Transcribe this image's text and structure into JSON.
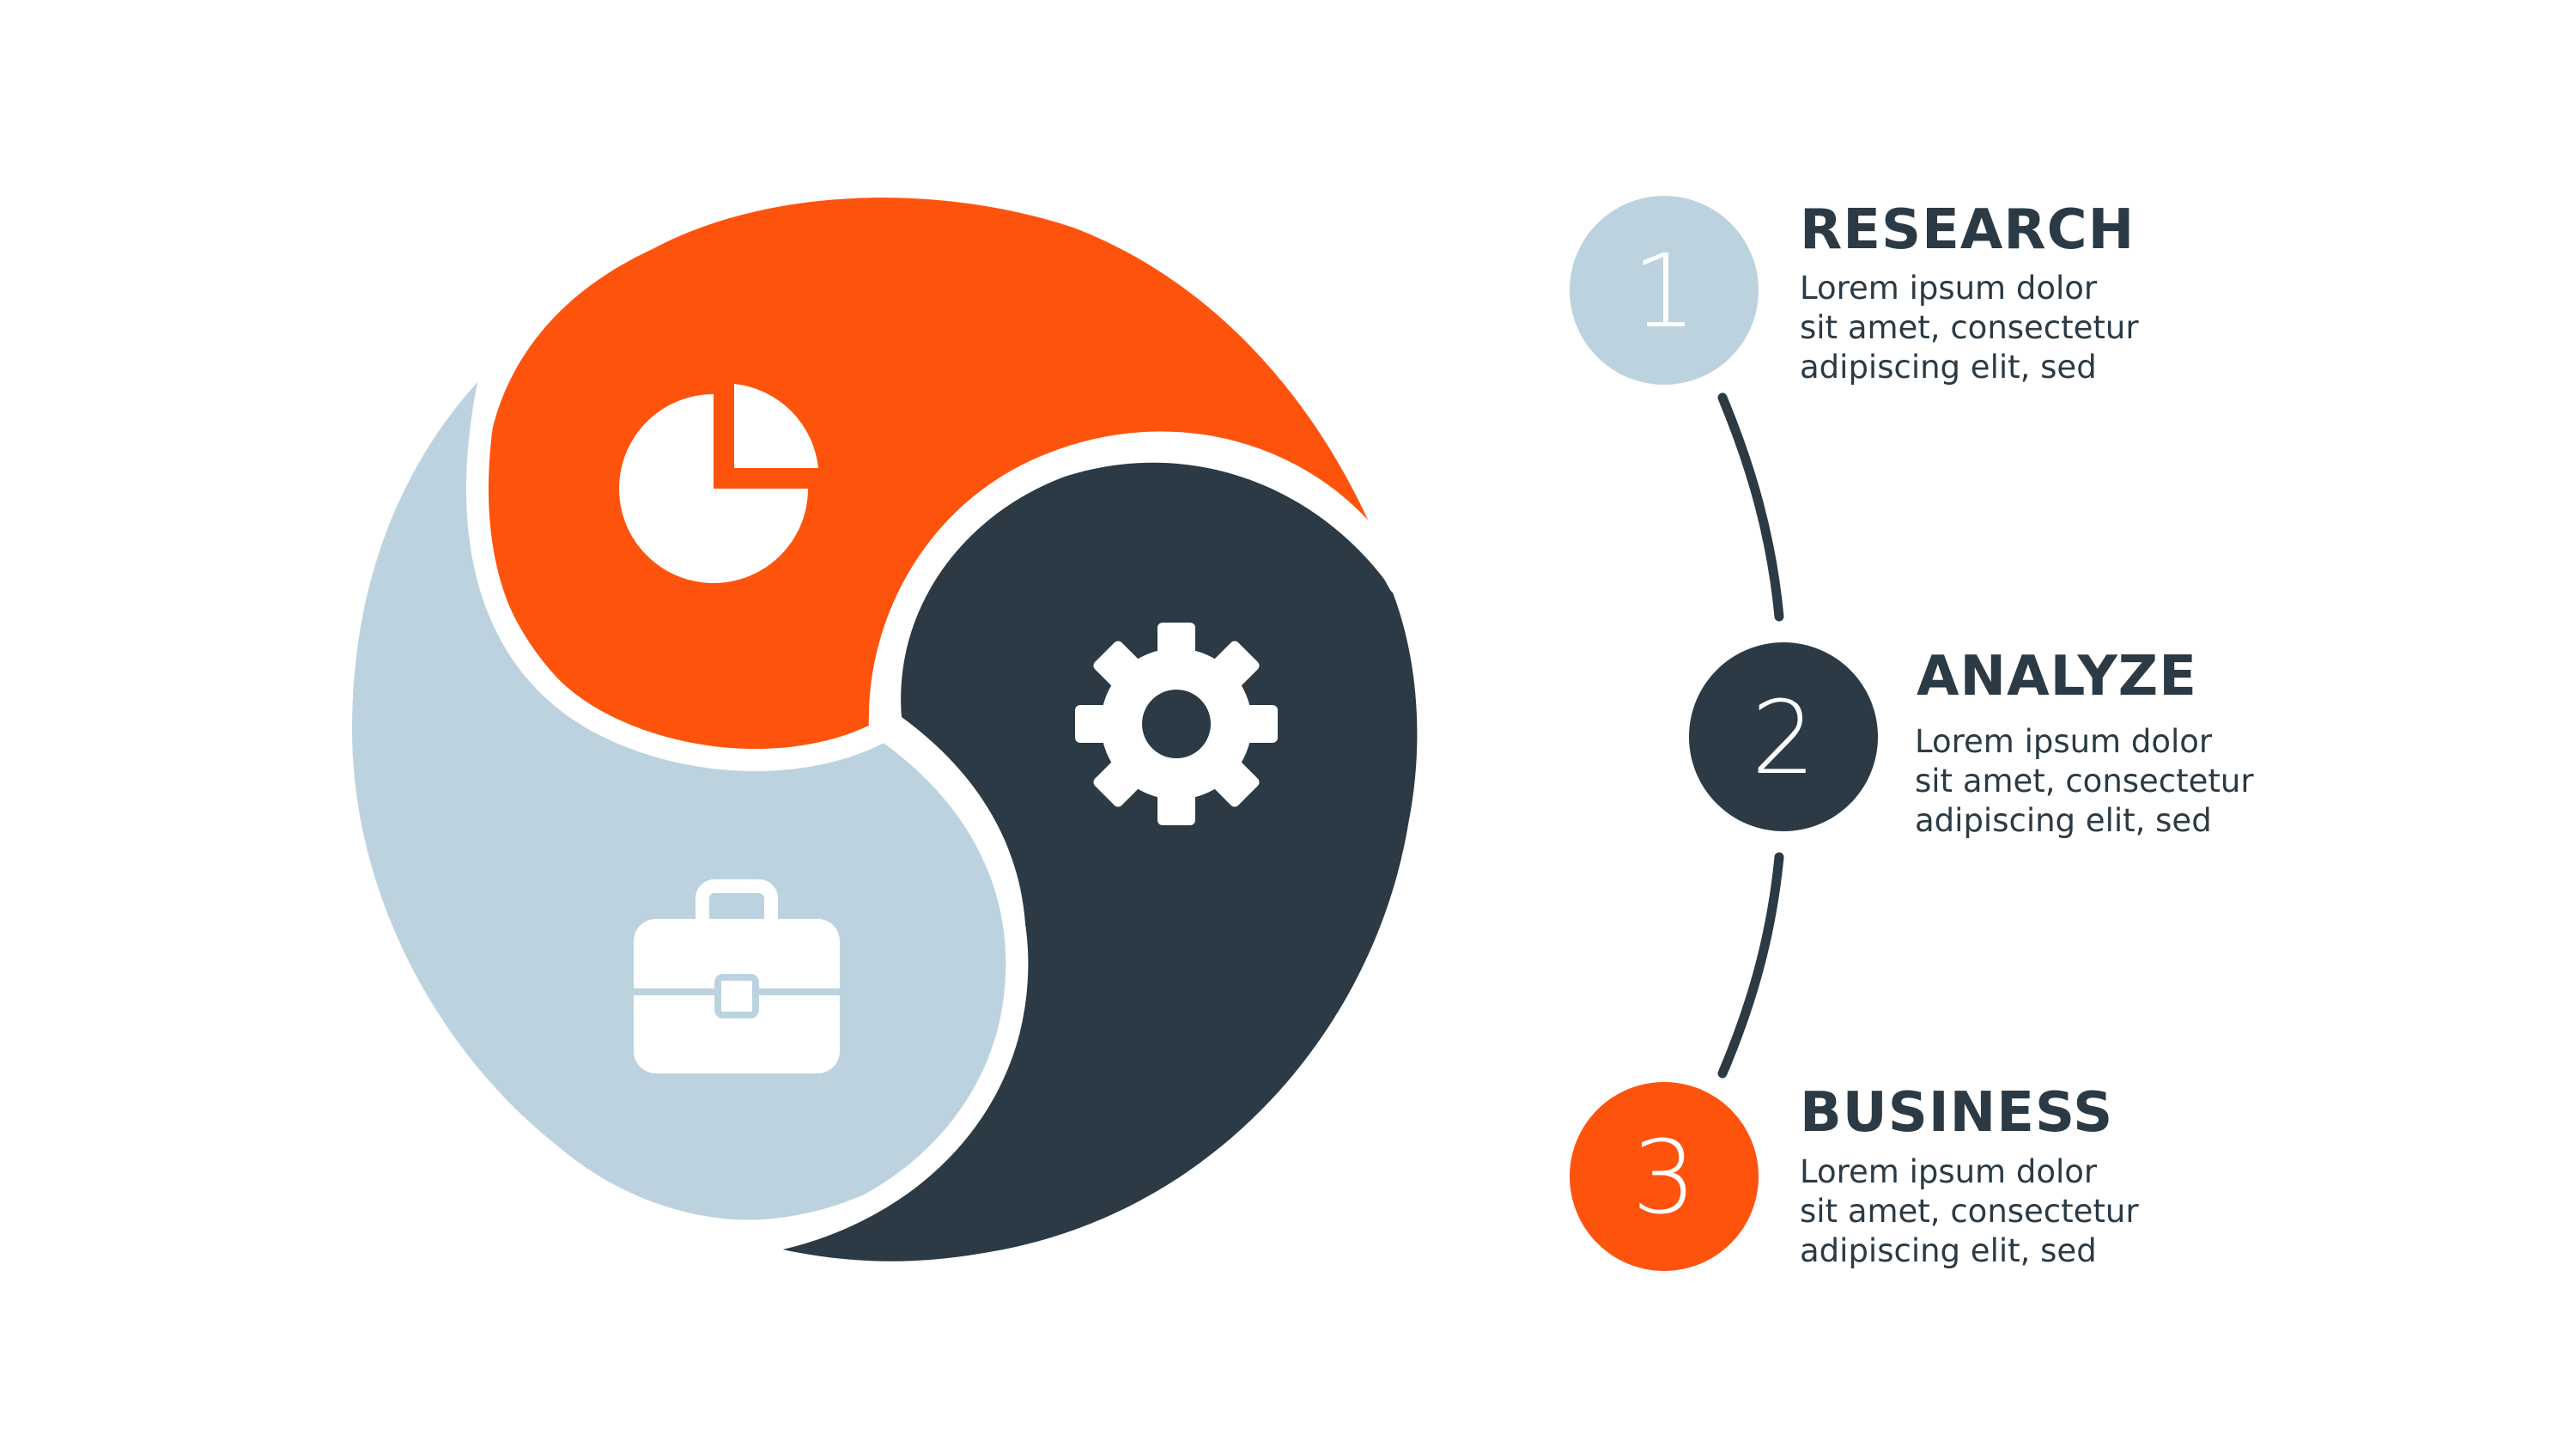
{
  "colors": {
    "orange": "#fe530d",
    "dark": "#2b3a44",
    "light": "#bcd3df",
    "white": "#ffffff"
  },
  "diagram": {
    "segments": [
      {
        "name": "research",
        "color": "#fe530d",
        "icon": "pie-chart-icon"
      },
      {
        "name": "analyze",
        "color": "#2b3a44",
        "icon": "gear-icon"
      },
      {
        "name": "business",
        "color": "#bcd3df",
        "icon": "briefcase-icon"
      }
    ]
  },
  "steps": [
    {
      "number": "1",
      "title": "RESEARCH",
      "lines": [
        "Lorem ipsum dolor",
        "sit amet, consectetur",
        "adipiscing elit, sed"
      ],
      "color": "#bcd3df"
    },
    {
      "number": "2",
      "title": "ANALYZE",
      "lines": [
        "Lorem ipsum dolor",
        "sit amet, consectetur",
        "adipiscing elit, sed"
      ],
      "color": "#2b3a44"
    },
    {
      "number": "3",
      "title": "BUSINESS",
      "lines": [
        "Lorem ipsum dolor",
        "sit amet, consectetur",
        "adipiscing elit, sed"
      ],
      "color": "#fe530d"
    }
  ]
}
